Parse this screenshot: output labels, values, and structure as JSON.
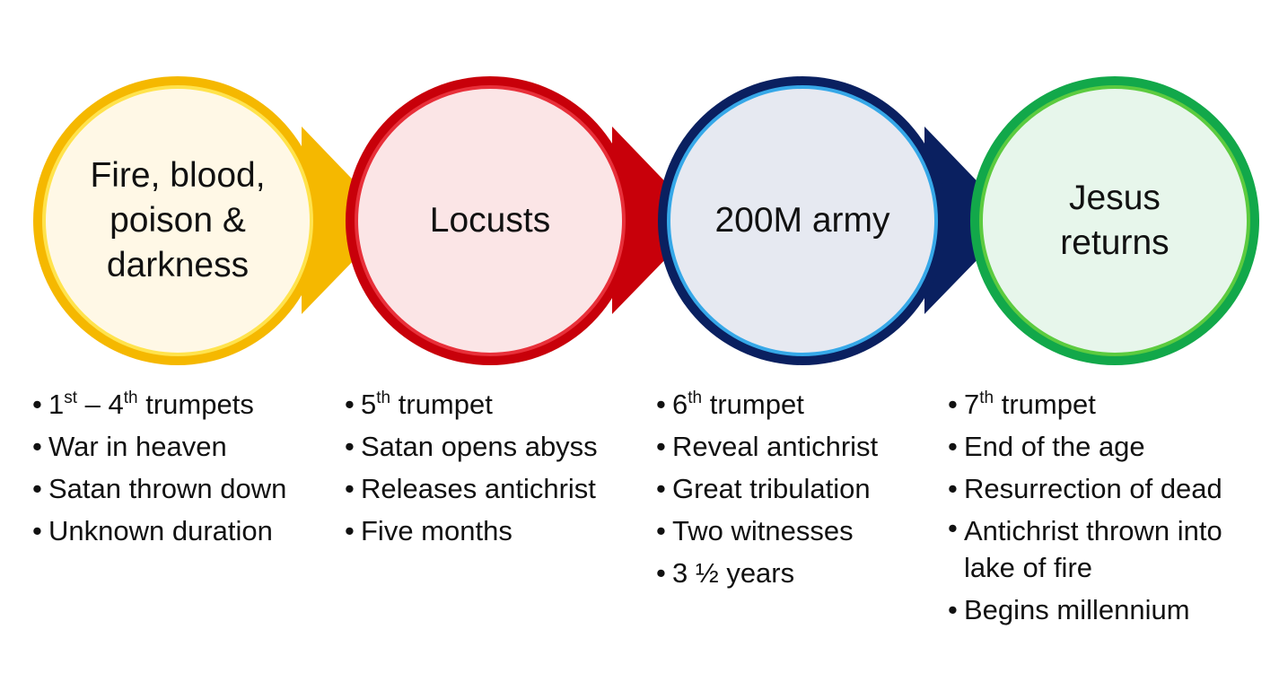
{
  "stages": [
    {
      "title_lines": [
        "Fire, blood,",
        "poison &",
        "darkness"
      ],
      "ring_color": "#F5B800",
      "fill_color": "#FFF8E6",
      "inner_ring_color": "#FFE34D",
      "bullets": [
        {
          "before": "1",
          "sup1": "st",
          "mid": " – 4",
          "sup2": "th",
          "after": " trumpets"
        },
        {
          "text": "War in heaven"
        },
        {
          "text": "Satan thrown down"
        },
        {
          "text": "Unknown duration"
        }
      ]
    },
    {
      "title_lines": [
        "Locusts"
      ],
      "ring_color": "#C8000A",
      "fill_color": "#FBE5E6",
      "inner_ring_color": "#E8303A",
      "bullets": [
        {
          "before": "5",
          "sup1": "th",
          "after": " trumpet"
        },
        {
          "text": "Satan opens abyss"
        },
        {
          "text": "Releases antichrist"
        },
        {
          "text": "Five months"
        }
      ]
    },
    {
      "title_lines": [
        "200M army"
      ],
      "ring_color": "#0A2060",
      "fill_color": "#E6E9F1",
      "inner_ring_color": "#36A8E8",
      "bullets": [
        {
          "before": "6",
          "sup1": "th",
          "after": " trumpet"
        },
        {
          "text": "Reveal antichrist"
        },
        {
          "text": "Great tribulation"
        },
        {
          "text": "Two witnesses"
        },
        {
          "text": "3 ½ years"
        }
      ]
    },
    {
      "title_lines": [
        "Jesus",
        "returns"
      ],
      "ring_color": "#12A84A",
      "fill_color": "#E7F6EB",
      "inner_ring_color": "#5CCB3F",
      "bullets": [
        {
          "before": "7",
          "sup1": "th",
          "after": " trumpet"
        },
        {
          "text": "End of the age"
        },
        {
          "text": "Resurrection of dead"
        },
        {
          "text": "Antichrist thrown into lake of fire",
          "multi": true
        },
        {
          "text": "Begins millennium"
        }
      ]
    }
  ]
}
